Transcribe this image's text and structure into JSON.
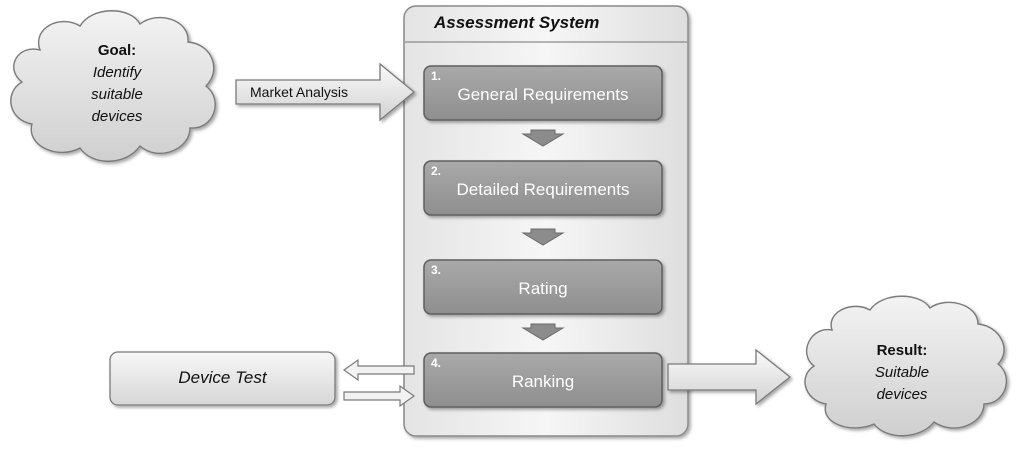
{
  "diagram": {
    "panel_title": "Assessment System",
    "goal_cloud": {
      "heading": "Goal:",
      "lines": [
        "Identify",
        "suitable",
        "devices"
      ]
    },
    "result_cloud": {
      "heading": "Result:",
      "lines": [
        "Suitable",
        "devices"
      ]
    },
    "input_arrow_label": "Market Analysis",
    "side_box_label": "Device Test",
    "steps": [
      {
        "number": "1.",
        "label": "General Requirements"
      },
      {
        "number": "2.",
        "label": "Detailed Requirements"
      },
      {
        "number": "3.",
        "label": "Rating"
      },
      {
        "number": "4.",
        "label": "Ranking"
      }
    ]
  }
}
